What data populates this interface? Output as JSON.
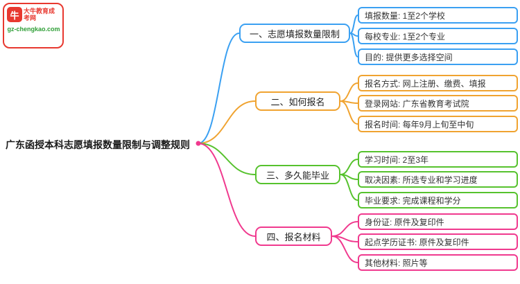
{
  "logo": {
    "brand": "大牛教育成考网",
    "domain": "gz-chengkao.com",
    "icon": "ox-seal-icon",
    "icon_glyph": "牛",
    "brand_color": "#e8382f",
    "domain_color": "#2e9e36"
  },
  "root": {
    "label": "广东函授本科志愿填报数量限制与调整规则"
  },
  "branches": [
    {
      "label": "一、志愿填报数量限制",
      "color": "#3aa0f2",
      "children": [
        "填报数量: 1至2个学校",
        "每校专业: 1至2个专业",
        "目的: 提供更多选择空间"
      ]
    },
    {
      "label": "二、如何报名",
      "color": "#f0a330",
      "children": [
        "报名方式: 网上注册、缴费、填报",
        "登录网站: 广东省教育考试院",
        "报名时间: 每年9月上旬至中旬"
      ]
    },
    {
      "label": "三、多久能毕业",
      "color": "#56c22d",
      "children": [
        "学习时间: 2至3年",
        "取决因素: 所选专业和学习进度",
        "毕业要求: 完成课程和学分"
      ]
    },
    {
      "label": "四、报名材料",
      "color": "#f0398e",
      "children": [
        "身份证: 原件及复印件",
        "起点学历证书: 原件及复印件",
        "其他材料: 照片等"
      ]
    }
  ]
}
